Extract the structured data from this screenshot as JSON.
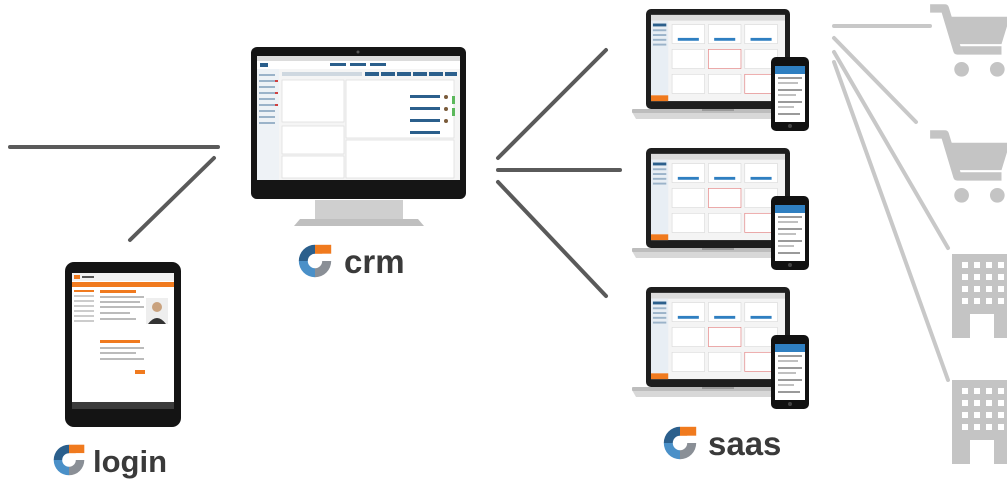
{
  "nodes": {
    "login": {
      "label": "login",
      "device": "tablet"
    },
    "crm": {
      "label": "crm",
      "device": "desktop-monitor"
    },
    "saas": {
      "label": "saas",
      "device": "laptop-with-phone",
      "instances": 3
    }
  },
  "endpoints": [
    {
      "icon": "shopping-cart-icon"
    },
    {
      "icon": "shopping-cart-icon"
    },
    {
      "icon": "office-building-icon"
    },
    {
      "icon": "office-building-icon"
    }
  ],
  "colors": {
    "connector": "#5a5a5a",
    "connector_light": "#c8c8c8",
    "icon_gray": "#c4c4c4",
    "logo_blue": "#2b5f8c",
    "logo_lightblue": "#4a90c8",
    "logo_orange": "#f07a1e",
    "logo_gray": "#8a8f96"
  }
}
